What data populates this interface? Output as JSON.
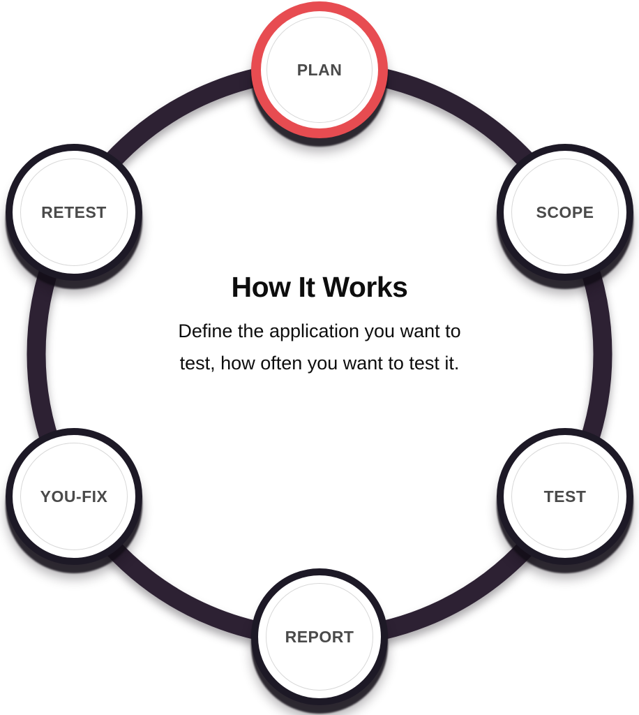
{
  "diagram": {
    "title": "How It Works",
    "description": "Define the application you want to test, how often you want to test it.",
    "nodes": [
      {
        "id": "plan",
        "label": "PLAN",
        "active": true
      },
      {
        "id": "scope",
        "label": "SCOPE",
        "active": false
      },
      {
        "id": "test",
        "label": "TEST",
        "active": false
      },
      {
        "id": "report",
        "label": "REPORT",
        "active": false
      },
      {
        "id": "you-fix",
        "label": "YOU-FIX",
        "active": false
      },
      {
        "id": "retest",
        "label": "RETEST",
        "active": false
      }
    ],
    "colors": {
      "active_ring": "#e74c51",
      "node_ring": "#1d1926",
      "connector_ring": "#2d2133",
      "node_label": "#4a4a4a",
      "inner_outline": "#d8d8d8",
      "text": "#0d0d0d",
      "background": "#ffffff"
    }
  }
}
